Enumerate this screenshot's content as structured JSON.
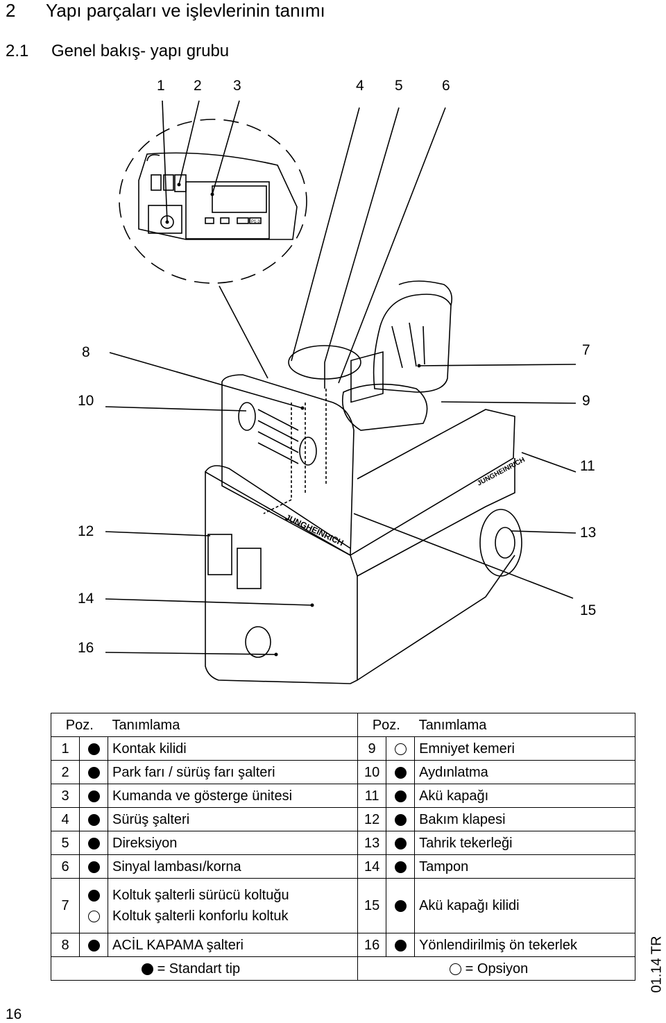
{
  "heading": {
    "number": "2",
    "title": "Yapı parçaları ve işlevlerinin tanımı"
  },
  "subheading": {
    "number": "2.1",
    "title": "Genel bakış- yapı grubu"
  },
  "figure": {
    "callouts_top": [
      "1",
      "2",
      "3",
      "4",
      "5",
      "6"
    ],
    "callouts_left": [
      "8",
      "10",
      "12",
      "14",
      "16"
    ],
    "callouts_right": [
      "7",
      "9",
      "11",
      "13",
      "15"
    ],
    "display_label": "P1-3",
    "brand": "JUNGHEINRICH"
  },
  "legend": {
    "header": {
      "pos": "Poz.",
      "desc": "Tanımlama"
    },
    "left": [
      {
        "pos": "1",
        "desc": "Kontak kilidi"
      },
      {
        "pos": "2",
        "desc": "Park farı / sürüş farı şalteri"
      },
      {
        "pos": "3",
        "desc": "Kumanda ve gösterge ünitesi"
      },
      {
        "pos": "4",
        "desc": "Sürüş şalteri"
      },
      {
        "pos": "5",
        "desc": "Direksiyon"
      },
      {
        "pos": "6",
        "desc": "Sinyal lambası/korna"
      },
      {
        "pos": "7",
        "desc": "Koltuk şalterli sürücü koltuğu",
        "desc2": "Koltuk şalterli konforlu koltuk"
      },
      {
        "pos": "8",
        "desc": "ACİL KAPAMA şalteri"
      }
    ],
    "right": [
      {
        "pos": "9",
        "desc": "Emniyet kemeri"
      },
      {
        "pos": "10",
        "desc": "Aydınlatma"
      },
      {
        "pos": "11",
        "desc": "Akü kapağı"
      },
      {
        "pos": "12",
        "desc": "Bakım klapesi"
      },
      {
        "pos": "13",
        "desc": "Tahrik tekerleği"
      },
      {
        "pos": "14",
        "desc": "Tampon"
      },
      {
        "pos": "15",
        "desc": "Akü kapağı kilidi"
      },
      {
        "pos": "16",
        "desc": "Yönlendirilmiş ön tekerlek"
      }
    ],
    "footer": {
      "standard": "= Standart tip",
      "option": "= Opsiyon"
    }
  },
  "side_code": "01.14 TR",
  "page_number": "16"
}
